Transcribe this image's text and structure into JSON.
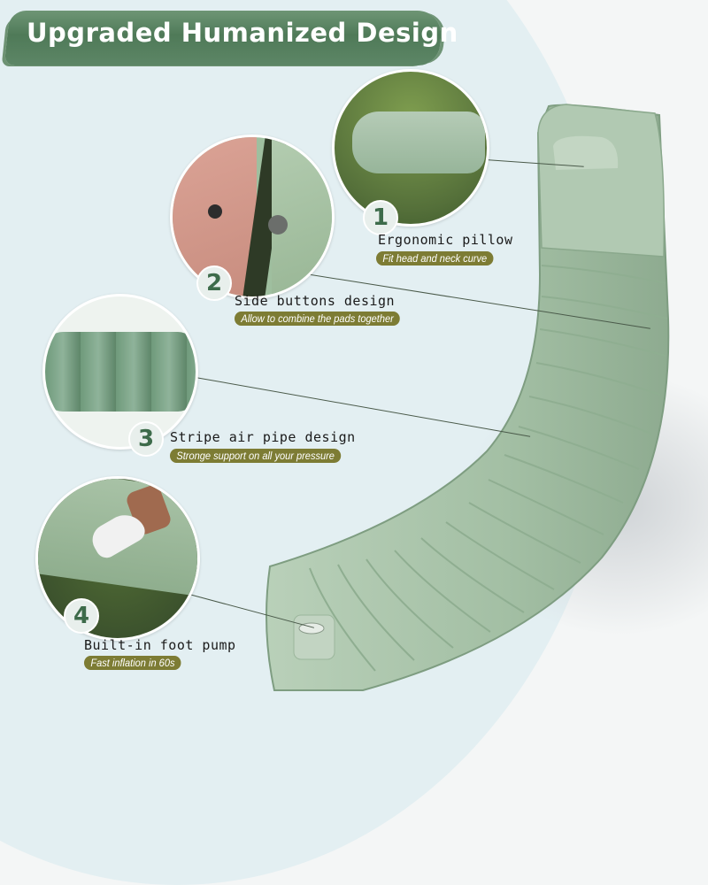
{
  "header": {
    "title": "Upgraded Humanized Design"
  },
  "features": [
    {
      "number": "1",
      "title": "Ergonomic pillow",
      "subtitle": "Fit head and neck curve",
      "icon": "pillow-closeup-image"
    },
    {
      "number": "2",
      "title": "Side buttons design",
      "subtitle": "Allow to combine the pads together",
      "icon": "side-button-closeup-image"
    },
    {
      "number": "3",
      "title": "Stripe air pipe design",
      "subtitle": "Stronge support on all your pressure",
      "icon": "air-pipe-closeup-image"
    },
    {
      "number": "4",
      "title": "Built-in foot pump",
      "subtitle": "Fast inflation in 60s",
      "icon": "foot-pump-closeup-image"
    }
  ],
  "colors": {
    "brand_green": "#4f7a58",
    "mat_green": "#a9c4aa",
    "badge_olive": "#7d7c34",
    "number_green": "#3d6b4a"
  }
}
